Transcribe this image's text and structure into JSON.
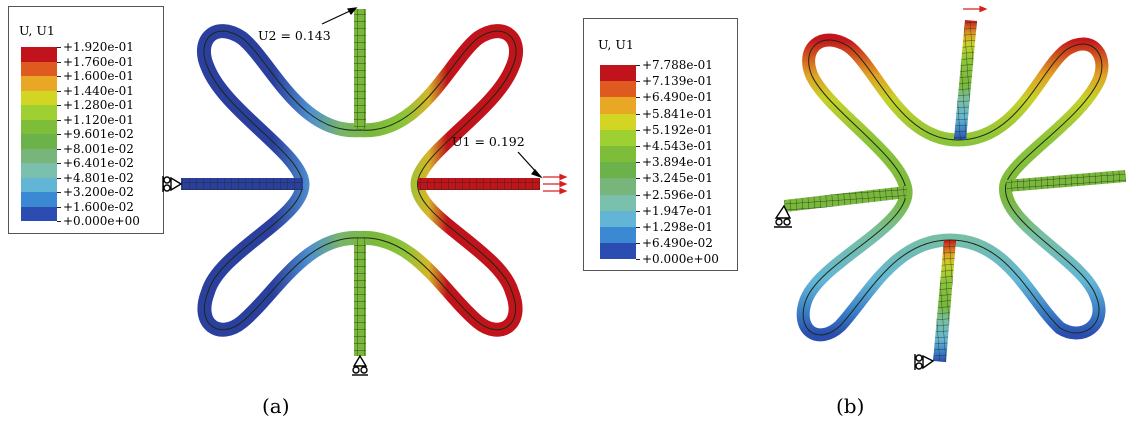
{
  "panel_a": {
    "caption": "(a)",
    "legend_title": "U, U1",
    "legend_values": [
      "+1.920e-01",
      "+1.760e-01",
      "+1.600e-01",
      "+1.440e-01",
      "+1.280e-01",
      "+1.120e-01",
      "+9.601e-02",
      "+8.001e-02",
      "+6.401e-02",
      "+4.801e-02",
      "+3.200e-02",
      "+1.600e-02",
      "+0.000e+00"
    ],
    "annotation_u2": "U2 = 0.143",
    "annotation_u1": "U1 = 0.192"
  },
  "panel_b": {
    "caption": "(b)",
    "legend_title": "U, U1",
    "legend_values": [
      "+7.788e-01",
      "+7.139e-01",
      "+6.490e-01",
      "+5.841e-01",
      "+5.192e-01",
      "+4.543e-01",
      "+3.894e-01",
      "+3.245e-01",
      "+2.596e-01",
      "+1.947e-01",
      "+1.298e-01",
      "+6.490e-02",
      "+0.000e+00"
    ]
  },
  "colors": {
    "contour_scale": [
      "#c0131b",
      "#df5a1e",
      "#e9a726",
      "#d3d524",
      "#9ed032",
      "#7dbd3a",
      "#6bb24a",
      "#77b57a",
      "#7bbfad",
      "#63b5d6",
      "#3b89d2",
      "#2b4cb0"
    ],
    "green_mid": "#7ab83d",
    "mesh_line": "#1a2a10",
    "arrow_red": "#d62020"
  }
}
